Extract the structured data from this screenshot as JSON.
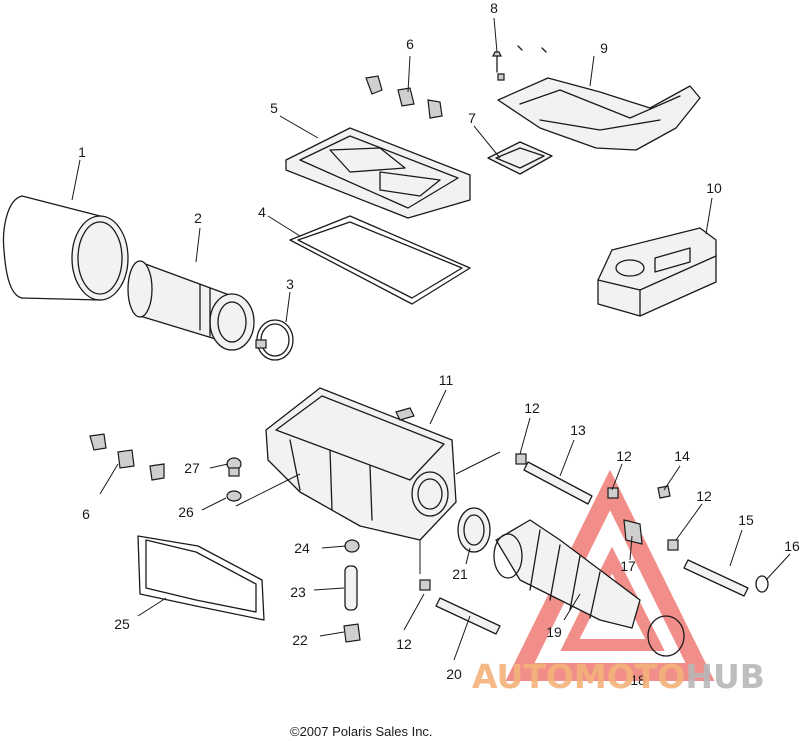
{
  "callouts": [
    {
      "id": "c1",
      "text": "1"
    },
    {
      "id": "c2",
      "text": "2"
    },
    {
      "id": "c3",
      "text": "3"
    },
    {
      "id": "c4",
      "text": "4"
    },
    {
      "id": "c5",
      "text": "5"
    },
    {
      "id": "c6a",
      "text": "6"
    },
    {
      "id": "c6b",
      "text": "6"
    },
    {
      "id": "c7",
      "text": "7"
    },
    {
      "id": "c8",
      "text": "8"
    },
    {
      "id": "c9",
      "text": "9"
    },
    {
      "id": "c10",
      "text": "10"
    },
    {
      "id": "c11",
      "text": "11"
    },
    {
      "id": "c12a",
      "text": "12"
    },
    {
      "id": "c12b",
      "text": "12"
    },
    {
      "id": "c12c",
      "text": "12"
    },
    {
      "id": "c12d",
      "text": "12"
    },
    {
      "id": "c13",
      "text": "13"
    },
    {
      "id": "c14",
      "text": "14"
    },
    {
      "id": "c15",
      "text": "15"
    },
    {
      "id": "c16",
      "text": "16"
    },
    {
      "id": "c17",
      "text": "17"
    },
    {
      "id": "c18",
      "text": "18"
    },
    {
      "id": "c19",
      "text": "19"
    },
    {
      "id": "c20",
      "text": "20"
    },
    {
      "id": "c21",
      "text": "21"
    },
    {
      "id": "c22",
      "text": "22"
    },
    {
      "id": "c23",
      "text": "23"
    },
    {
      "id": "c24",
      "text": "24"
    },
    {
      "id": "c25",
      "text": "25"
    },
    {
      "id": "c26",
      "text": "26"
    },
    {
      "id": "c27",
      "text": "27"
    }
  ],
  "copyright": "©2007 Polaris Sales Inc.",
  "watermark": {
    "part1": "AUTOMOTO",
    "part2": "HUB",
    "accent_color": "#e8322a",
    "secondary_color": "#9a9a9a"
  }
}
